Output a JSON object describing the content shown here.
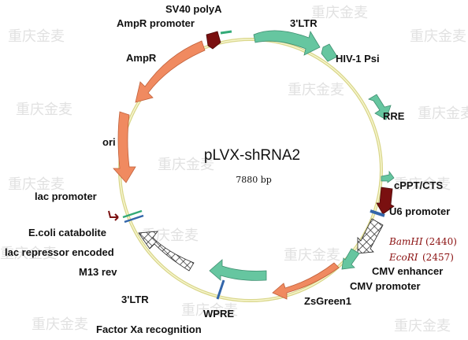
{
  "plasmid": {
    "name": "pLVX-shRNA2",
    "size_label": "7880 bp"
  },
  "features": {
    "sv40_polya": "SV40 polyA",
    "ampr_promoter": "AmpR promoter",
    "ltr_5": "3'LTR",
    "hiv1_psi": "HIV-1 Psi",
    "ampr": "AmpR",
    "rre": "RRE",
    "ori": "ori",
    "cppt_cts": "cPPT/CTS",
    "lac_promoter": "lac promoter",
    "u6_promoter": "U6 promoter",
    "ecoli_catabolite": "E.coli catabolite",
    "lac_repressor": "lac repressor encoded",
    "m13_rev": "M13 rev",
    "cmv_enhancer": "CMV enhancer",
    "cmv_promoter": "CMV promoter",
    "ltr_3": "3'LTR",
    "zsgreen1": "ZsGreen1",
    "wpre": "WPRE",
    "factor_xa": "Factor Xa recognition"
  },
  "sites": {
    "bamhi_name": "BamHI",
    "bamhi_pos": "(2440)",
    "ecori_name": "EcoRI",
    "ecori_pos": "(2457)"
  },
  "colors": {
    "backbone": "#e8e6a0",
    "green_feature": "#66c6a0",
    "orange_feature": "#f08a60",
    "dark_red": "#7a1010",
    "blue_tick": "#3366aa",
    "site_text": "#8a1010"
  },
  "watermark": "重庆金麦"
}
